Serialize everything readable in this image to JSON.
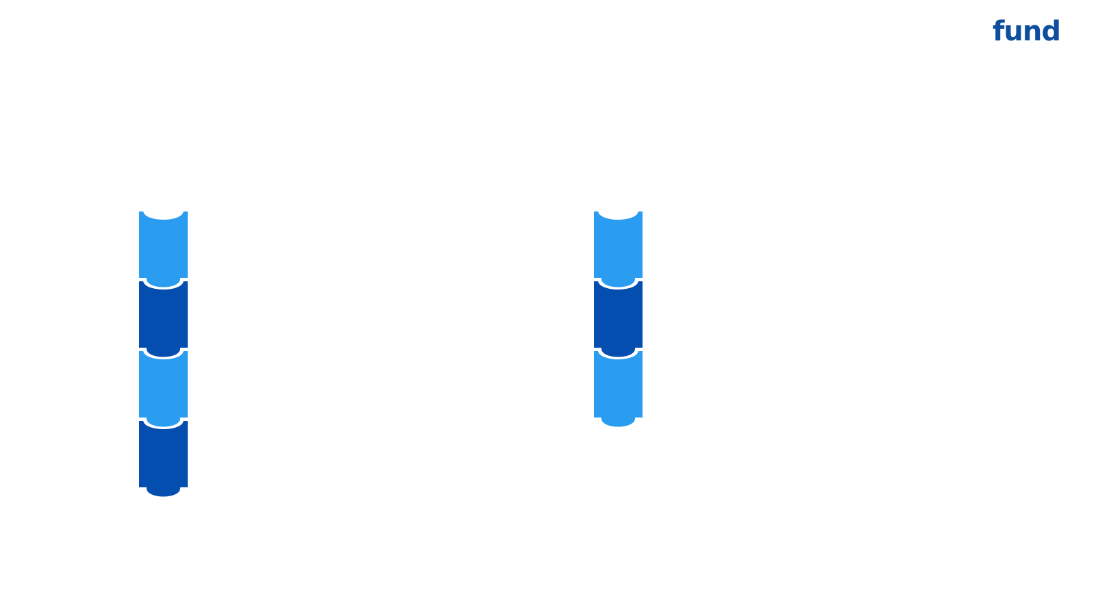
{
  "logo": {
    "text": "fund",
    "color": "#0D4E9E"
  },
  "colors": {
    "light": "#2A9DF0",
    "dark": "#034EAE",
    "separator": "#ffffff"
  },
  "stacks": [
    {
      "name": "left-stack",
      "pieces": [
        {
          "tone": "light"
        },
        {
          "tone": "dark"
        },
        {
          "tone": "light"
        },
        {
          "tone": "dark"
        }
      ]
    },
    {
      "name": "right-stack",
      "pieces": [
        {
          "tone": "light"
        },
        {
          "tone": "dark"
        },
        {
          "tone": "light"
        }
      ]
    }
  ]
}
